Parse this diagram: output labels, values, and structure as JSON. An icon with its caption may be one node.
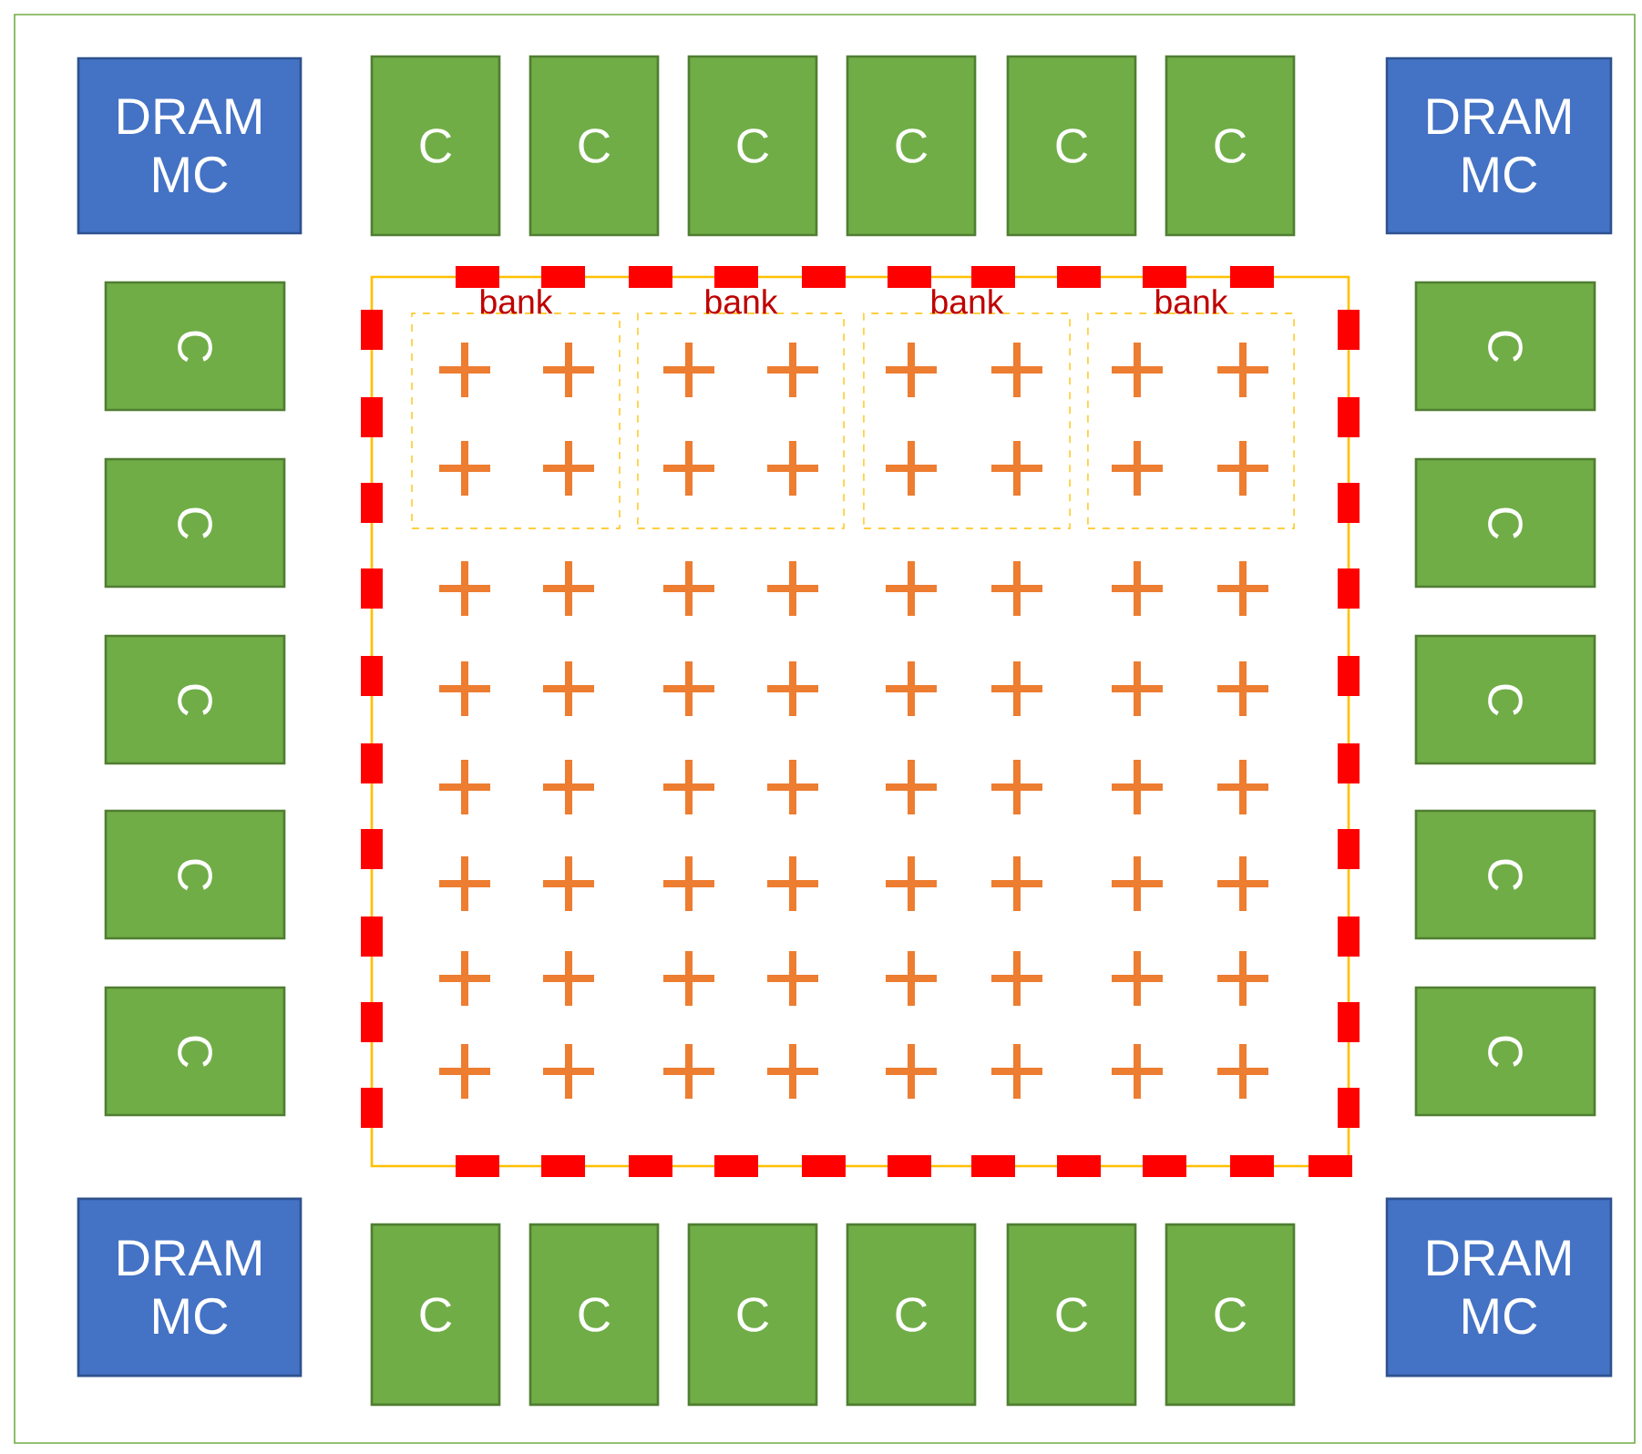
{
  "diagram": {
    "nodes": [
      {
        "text": [
          "DRAM MC"
        ]
      },
      {
        "text": [
          "C"
        ]
      },
      {
        "text": [
          "C"
        ]
      },
      {
        "text": [
          "C"
        ]
      },
      {
        "text": [
          "C"
        ]
      },
      {
        "text": [
          "C"
        ]
      },
      {
        "text": [
          "C"
        ]
      },
      {
        "text": [
          "DRAM MC"
        ]
      },
      {
        "text": [
          "C"
        ]
      },
      {
        "text": [
          "C"
        ]
      },
      {
        "text": [
          "C"
        ]
      },
      {
        "text": [
          "C"
        ]
      },
      {
        "text": [
          "C"
        ]
      },
      {
        "text": [],
        "shape": "box"
      },
      {
        "text": [
          "bank"
        ],
        "in": 13
      },
      {
        "text": [
          "bank"
        ],
        "in": 13
      },
      {
        "text": [
          "bank"
        ],
        "in": 13
      },
      {
        "text": [
          "bank"
        ],
        "in": 13
      },
      {
        "text": [
          "C"
        ]
      },
      {
        "text": [
          "C"
        ]
      },
      {
        "text": [
          "C"
        ]
      },
      {
        "text": [
          "C"
        ]
      },
      {
        "text": [
          "C"
        ]
      },
      {
        "text": [
          "DRAM MC"
        ]
      },
      {
        "text": [
          "C"
        ]
      },
      {
        "text": [
          "C"
        ]
      },
      {
        "text": [
          "C"
        ]
      },
      {
        "text": [
          "C"
        ]
      },
      {
        "text": [
          "C"
        ]
      },
      {
        "text": [
          "C"
        ]
      },
      {
        "text": [
          "DRAM MC"
        ]
      }
    ],
    "edges": []
  }
}
